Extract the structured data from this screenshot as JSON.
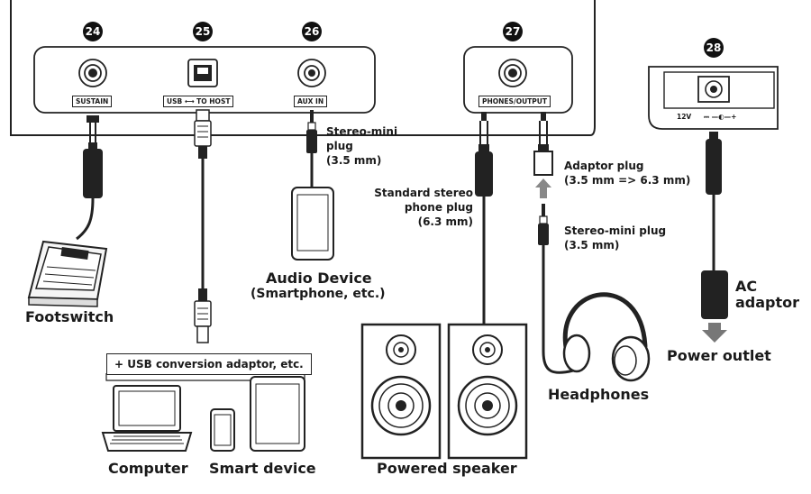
{
  "badges": {
    "n24": "24",
    "n25": "25",
    "n26": "26",
    "n27": "27",
    "n28": "28"
  },
  "jacks": {
    "sustain": "SUSTAIN",
    "usb": "USB ⟷ TO HOST",
    "aux": "AUX IN",
    "phones": "PHONES/OUTPUT"
  },
  "adaptor_panel": {
    "voltage": "12V",
    "symbol": "⎓  —◐—+"
  },
  "labels": {
    "footswitch": "Footswitch",
    "usb_note": "+ USB conversion adaptor, etc.",
    "computer": "Computer",
    "smart_device": "Smart device",
    "audio_device_line1": "Audio Device",
    "audio_device_line2": "(Smartphone, etc.)",
    "stereo_mini_1_line1": "Stereo-mini",
    "stereo_mini_1_line2": "plug",
    "stereo_mini_1_line3": "(3.5 mm)",
    "std_plug_line1": "Standard stereo",
    "std_plug_line2": "phone plug",
    "std_plug_line3": "(6.3 mm)",
    "adaptor_plug_line1": "Adaptor plug",
    "adaptor_plug_line2": "(3.5 mm => 6.3 mm)",
    "stereo_mini_2_line1": "Stereo-mini plug",
    "stereo_mini_2_line2": "(3.5 mm)",
    "powered_speaker": "Powered speaker",
    "headphones": "Headphones",
    "ac_adaptor_line1": "AC",
    "ac_adaptor_line2": "adaptor",
    "power_outlet": "Power outlet"
  }
}
